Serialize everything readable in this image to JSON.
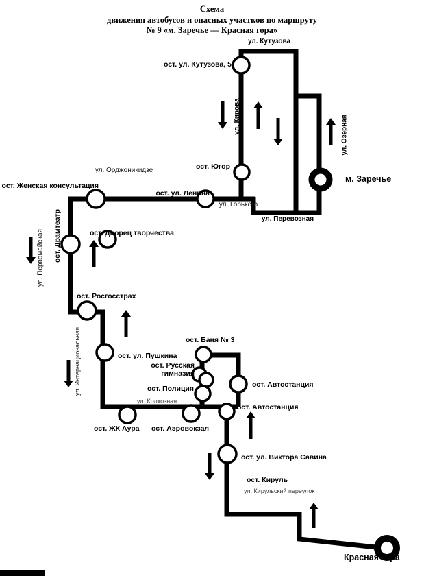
{
  "title": {
    "line1": "Схема",
    "line2": "движения автобусов и опасных участков по маршруту",
    "line3": "№ 9 «м. Заречье — Красная гора»"
  },
  "terminals": {
    "zarechye": "м. Заречье",
    "krasnaya_gora": "Красная гора"
  },
  "stops": {
    "kutuzova5": "ост. ул. Кутузова, 5",
    "yugor": "ост. Югор",
    "lenina": "ост. ул. Ленина",
    "zhenskaya": "ост. Женская консультация",
    "dvorets": "ост. Дворец творчества",
    "dramteatr": "ост. Драмтеатр",
    "rosgosstrah": "ост. Росгосстрах",
    "pushkina": "ост. ул. Пушкина",
    "banya": "ост. Баня № 3",
    "gimnaziya": "ост. Русская гимназия",
    "politsiya": "ост. Полиция",
    "avtostantsiya1": "ост. Автостанция",
    "avtostantsiya2": "ост. Автостанция",
    "zhk_aura": "ост. ЖК Аура",
    "aerovokzal": "ост. Аэровокзал",
    "viktora_savina": "ост. ул. Виктора Савина",
    "kirul": "ост. Кируль"
  },
  "streets": {
    "kutuzova": "ул. Кутузова",
    "kirova": "ул. Кирова",
    "ozernaya": "ул. Озерная",
    "perevoznaya": "ул. Перевозная",
    "ordzhonikidze": "ул. Орджоникидзе",
    "gorkogo": "ул. Горького",
    "pervomayskaya": "ул. Первомайская",
    "internatsionalnaya": "ул. Интернациональная",
    "kolkhoznaya": "ул. Колхозная",
    "kirulsky": "ул. Кирульский переулок"
  },
  "colors": {
    "route": "#000000",
    "stop_fill": "#ffffff",
    "background": "#ffffff"
  }
}
